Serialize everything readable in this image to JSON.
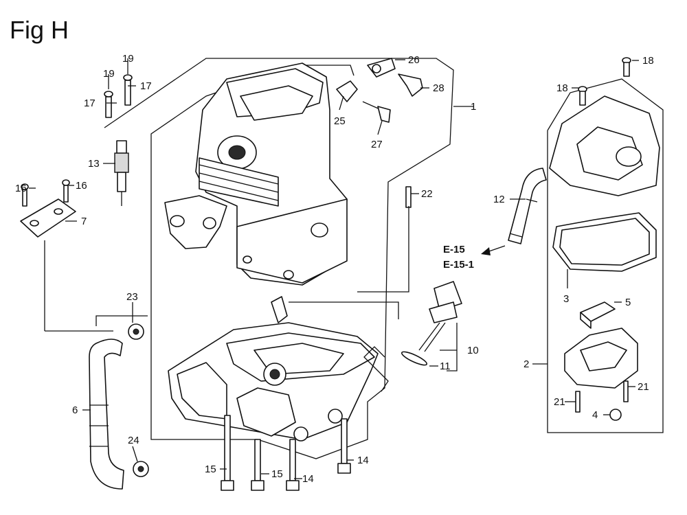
{
  "title": "Fig H",
  "references": [
    "E-15",
    "E-15-1"
  ],
  "callouts": [
    "1",
    "2",
    "3",
    "4",
    "5",
    "6",
    "7",
    "10",
    "11",
    "12",
    "13",
    "14",
    "14",
    "15",
    "15",
    "16",
    "16",
    "17",
    "17",
    "18",
    "18",
    "19",
    "19",
    "21",
    "21",
    "22",
    "23",
    "24",
    "25",
    "26",
    "27",
    "28"
  ],
  "colors": {
    "ink": "#111111",
    "background": "#ffffff"
  }
}
